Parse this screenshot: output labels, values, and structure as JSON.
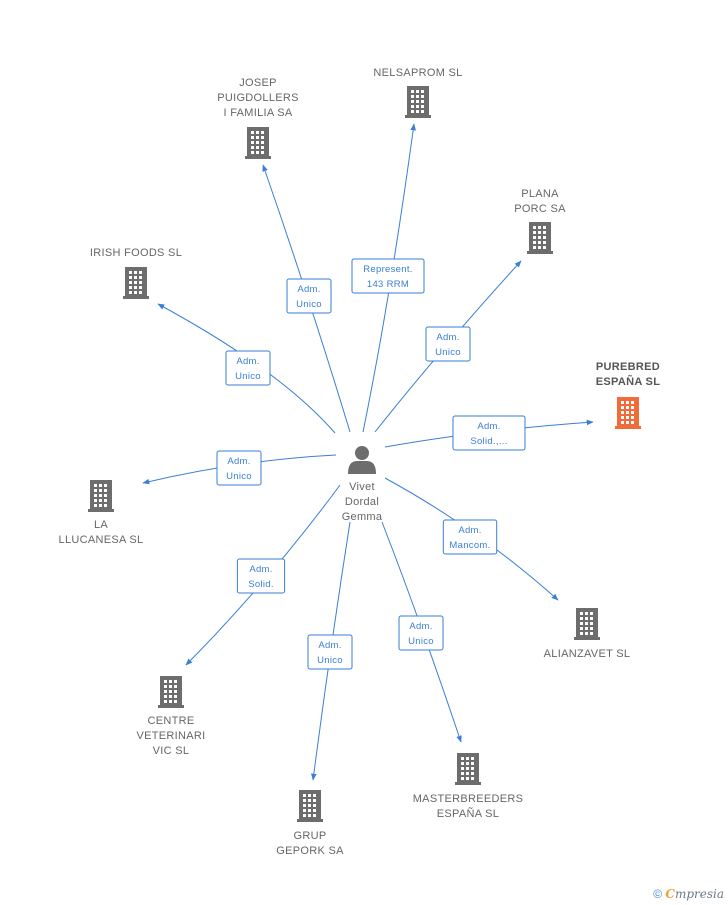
{
  "center": {
    "lines": [
      "Vivet",
      "Dordal",
      "Gemma"
    ],
    "icon": "person-icon"
  },
  "colors": {
    "edge": "#3a7fd5",
    "building": "#6d6d6d",
    "highlight": "#f26b3a",
    "text": "#666666"
  },
  "nodes": [
    {
      "id": "josep",
      "lines": [
        "JOSEP",
        "PUIGDOLLERS",
        "I FAMILIA SA"
      ],
      "icon": "building-icon"
    },
    {
      "id": "nelsaprom",
      "lines": [
        "NELSAPROM SL"
      ],
      "icon": "building-icon"
    },
    {
      "id": "plana",
      "lines": [
        "PLANA",
        "PORC SA"
      ],
      "icon": "building-icon"
    },
    {
      "id": "irish",
      "lines": [
        "IRISH FOODS SL"
      ],
      "icon": "building-icon"
    },
    {
      "id": "purebred",
      "lines": [
        "PUREBRED",
        "ESPAÑA SL"
      ],
      "icon": "building-icon",
      "highlight": true
    },
    {
      "id": "llucanesa",
      "lines": [
        "LA",
        "LLUCANESA SL"
      ],
      "icon": "building-icon"
    },
    {
      "id": "alianzavet",
      "lines": [
        "ALIANZAVET SL"
      ],
      "icon": "building-icon"
    },
    {
      "id": "centre",
      "lines": [
        "CENTRE",
        "VETERINARI",
        "VIC SL"
      ],
      "icon": "building-icon"
    },
    {
      "id": "grup",
      "lines": [
        "GRUP",
        "GEPORK SA"
      ],
      "icon": "building-icon"
    },
    {
      "id": "masterbreeders",
      "lines": [
        "MASTERBREEDERS",
        "ESPAÑA SL"
      ],
      "icon": "building-icon"
    }
  ],
  "edges": [
    {
      "to": "josep",
      "label": [
        "Adm.",
        "Unico"
      ]
    },
    {
      "to": "nelsaprom",
      "label": [
        "Represent.",
        "143 RRM"
      ]
    },
    {
      "to": "plana",
      "label": [
        "Adm.",
        "Unico"
      ]
    },
    {
      "to": "irish",
      "label": [
        "Adm.",
        "Unico"
      ]
    },
    {
      "to": "purebred",
      "label": [
        "Adm.",
        "Solid.,..."
      ]
    },
    {
      "to": "llucanesa",
      "label": [
        "Adm.",
        "Unico"
      ]
    },
    {
      "to": "alianzavet",
      "label": [
        "Adm.",
        "Mancom."
      ]
    },
    {
      "to": "centre",
      "label": [
        "Adm.",
        "Solid."
      ]
    },
    {
      "to": "grup",
      "label": [
        "Adm.",
        "Unico"
      ]
    },
    {
      "to": "masterbreeders",
      "label": [
        "Adm.",
        "Unico"
      ]
    }
  ],
  "footer": {
    "copyright": "©",
    "brand_initial": "C",
    "brand_rest": "mpresia"
  }
}
